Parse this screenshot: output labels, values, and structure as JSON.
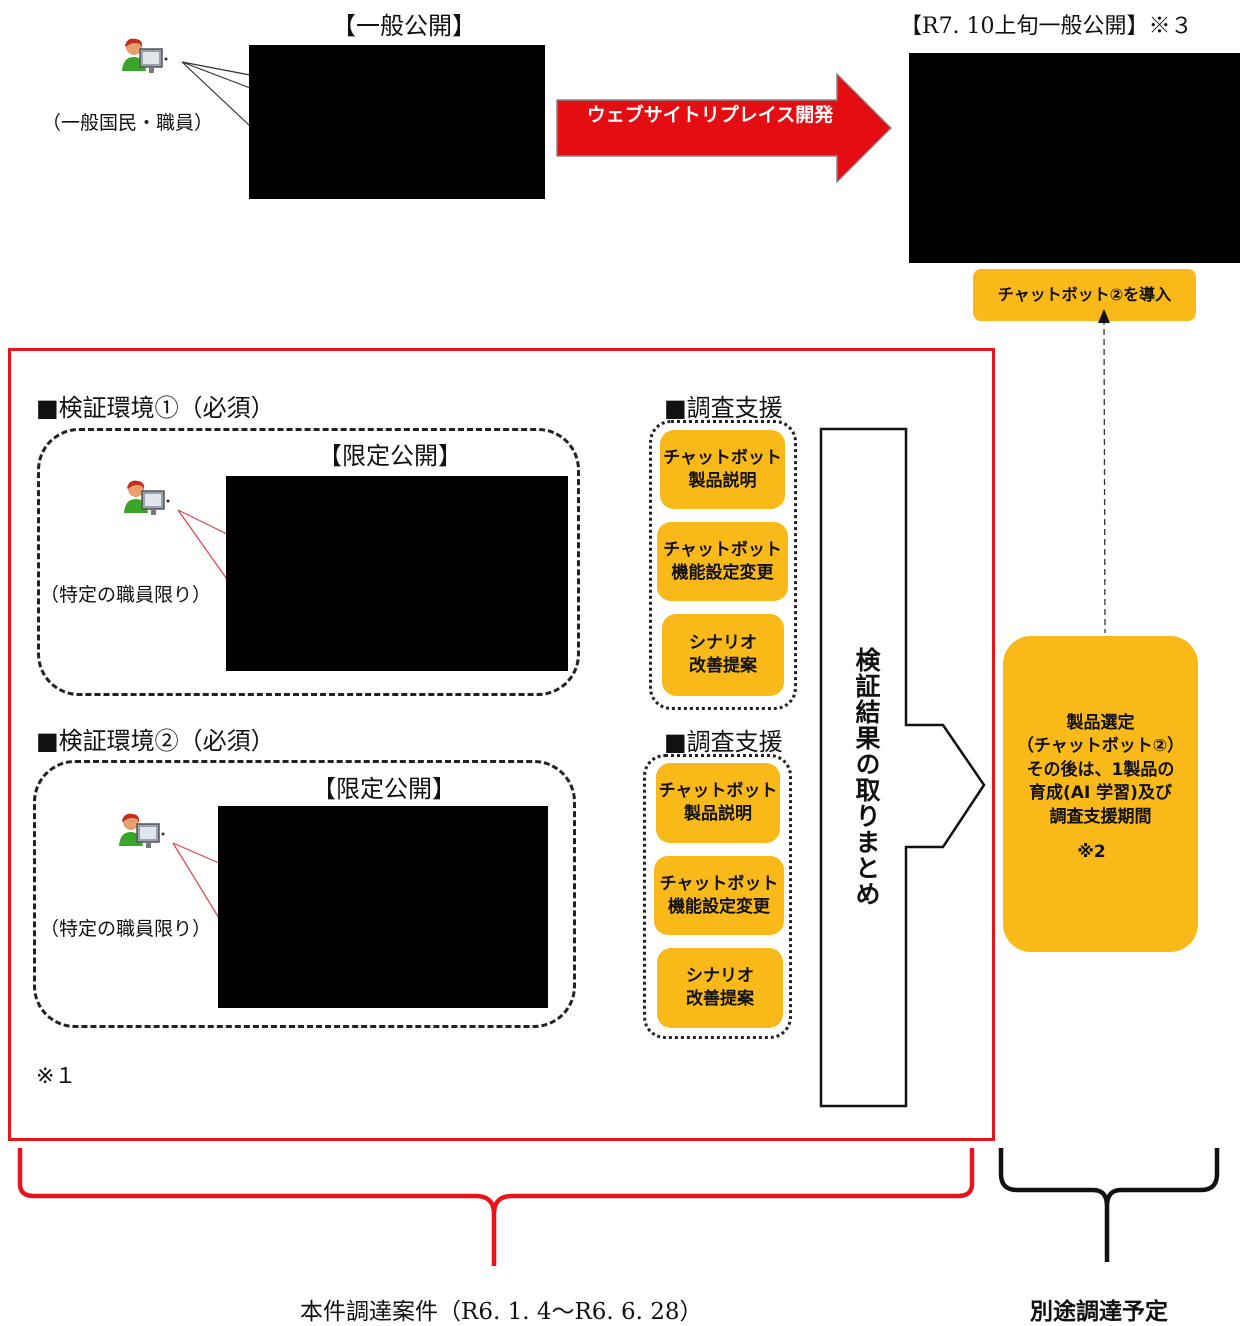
{
  "top": {
    "public_label": "【一般公開】",
    "users_label": "（一般国民・職員）",
    "arrow_label": "ウェブサイトリプレイス開発",
    "future_label": "【R7. 10上旬一般公開】※３",
    "chatbot2_intro": "チャットボット②を導入"
  },
  "env1": {
    "heading": "■検証環境①（必須）",
    "limited_label": "【限定公開】",
    "users_label": "（特定の職員限り）"
  },
  "env2": {
    "heading": "■検証環境②（必須）",
    "limited_label": "【限定公開】",
    "users_label": "（特定の職員限り）"
  },
  "support1": {
    "heading": "■調査支援",
    "items": [
      "チャットボット\n製品説明",
      "チャットボット\n機能設定変更",
      "シナリオ\n改善提案"
    ]
  },
  "support2": {
    "heading": "■調査支援",
    "items": [
      "チャットボット\n製品説明",
      "チャットボット\n機能設定変更",
      "シナリオ\n改善提案"
    ]
  },
  "summary_arrow": "検証結果の取りまとめ",
  "product_box": {
    "text": "製品選定\n（チャットボット②）\nその後は、1製品の\n育成(AI 学習)及び\n調査支援期間",
    "note": "※2"
  },
  "note1": "※１",
  "bottom": {
    "this_procurement": "本件調達案件（R6. 1. 4～R6. 6. 28）",
    "separate_procurement": "別途調達予定"
  },
  "colors": {
    "red_frame": "#e8141a",
    "orange": "#f9b918",
    "red_arrow": "#e30d12"
  }
}
